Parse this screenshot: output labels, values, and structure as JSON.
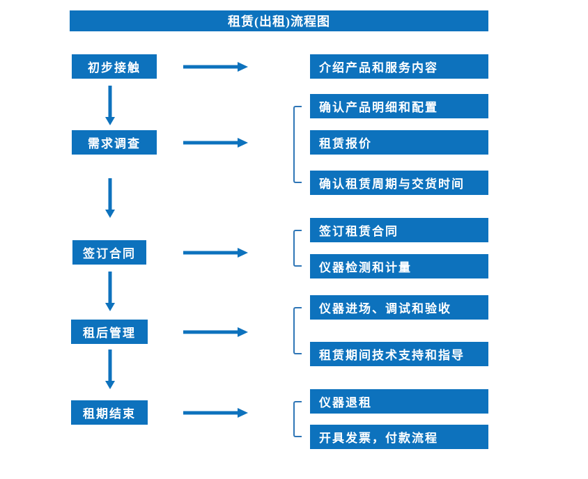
{
  "title": "租赁(出租)流程图",
  "colors": {
    "primary": "#0d72bd",
    "bracket": "#2e75b6",
    "box_text": "#ffffff",
    "background": "#ffffff"
  },
  "steps": [
    {
      "label": "初步接触",
      "details": [
        "介绍产品和服务内容"
      ]
    },
    {
      "label": "需求调查",
      "details": [
        "确认产品明细和配置",
        "租赁报价",
        "确认租赁周期与交货时间"
      ]
    },
    {
      "label": "签订合同",
      "details": [
        "签订租赁合同",
        "仪器检测和计量"
      ]
    },
    {
      "label": "租后管理",
      "details": [
        "仪器进场、调试和验收",
        "租赁期间技术支持和指导"
      ]
    },
    {
      "label": "租期结束",
      "details": [
        "仪器退租",
        "开具发票，付款流程"
      ]
    }
  ]
}
